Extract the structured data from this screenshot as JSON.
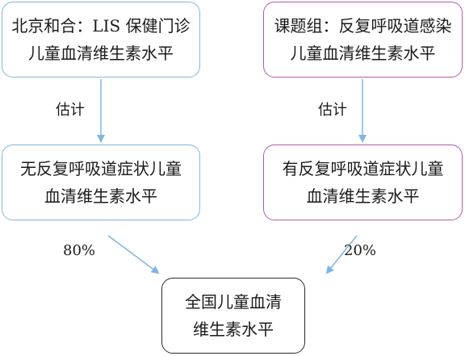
{
  "boxes": {
    "top_left": {
      "line1": "北京和合：LIS 保健门诊",
      "line2": "儿童血清维生素水平"
    },
    "top_right": {
      "line1": "课题组：反复呼吸道感染",
      "line2": "儿童血清维生素水平"
    },
    "mid_left": {
      "line1": "无反复呼吸道症状儿童",
      "line2": "血清维生素水平"
    },
    "mid_right": {
      "line1": "有反复呼吸道症状儿童",
      "line2": "血清维生素水平"
    },
    "bottom": {
      "line1": "全国儿童血清",
      "line2": "维生素水平"
    }
  },
  "labels": {
    "estimate_left": "估计",
    "estimate_right": "估计",
    "weight_left": "80%",
    "weight_right": "20%"
  },
  "colors": {
    "blue_border": "#7fb7de",
    "purple_border": "#b55aa9",
    "black_border": "#2a2a2a",
    "arrow": "#7fb7de"
  }
}
